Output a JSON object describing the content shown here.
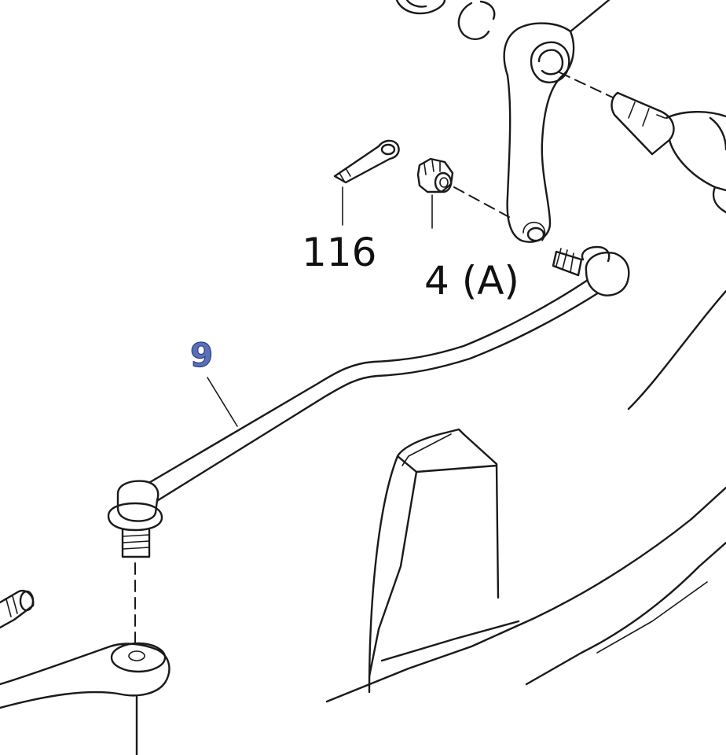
{
  "callouts": {
    "cotter_pin": "116",
    "castle_nut": "4 (A)",
    "control_rod": "9"
  },
  "colors": {
    "line": "#1a1a1a",
    "highlight_fill": "#5a6fb5",
    "highlight_stroke": "#2c3f8a",
    "background": "#ffffff"
  }
}
